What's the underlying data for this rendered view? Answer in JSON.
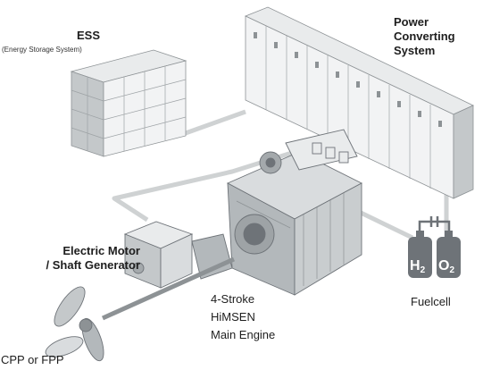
{
  "labels": {
    "ess_title": "ESS",
    "ess_subtitle": "(Energy Storage System)",
    "pcs_line1": "Power",
    "pcs_line2": "Converting",
    "pcs_line3": "System",
    "motor_line1": "Electric Motor",
    "motor_line2": "/ Shaft Generator",
    "engine_line1": "4-Stroke",
    "engine_line2": "HiMSEN",
    "engine_line3": "Main Engine",
    "propeller": "CPP or FPP",
    "fuelcell": "Fuelcell",
    "h2_main": "H",
    "h2_sub": "2",
    "o2_main": "O",
    "o2_sub": "2"
  },
  "colors": {
    "line": "#cfd2d3",
    "equipment_light": "#e9ebec",
    "equipment_mid": "#c4c8ca",
    "equipment_dark": "#8d9295",
    "tank_fill": "#6e7378",
    "text": "#1e1e1e"
  },
  "icons": [
    "battery-rack-icon",
    "converter-cabinet-icon",
    "engine-icon",
    "motor-icon",
    "propeller-icon",
    "hydrogen-tank-icon",
    "oxygen-tank-icon"
  ]
}
